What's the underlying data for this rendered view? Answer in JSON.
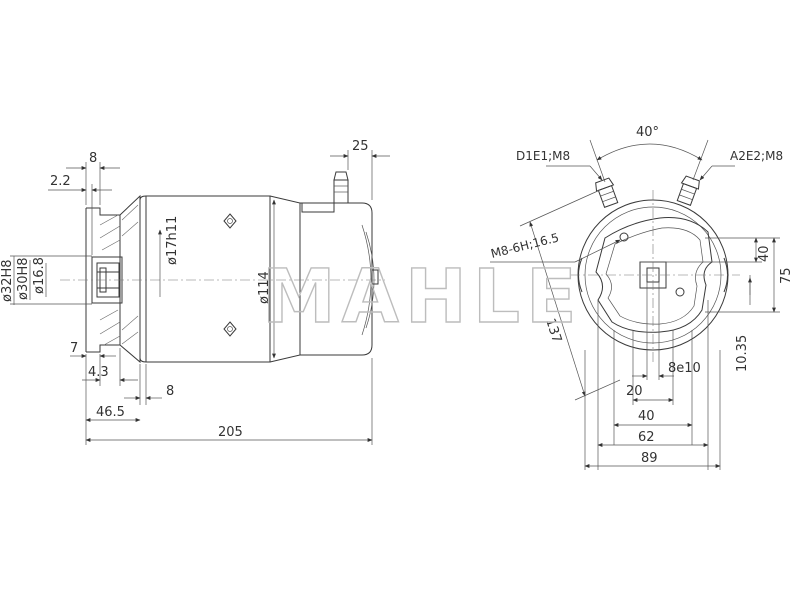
{
  "watermark": "MAHLE",
  "side_view": {
    "dims": {
      "d8": "8",
      "d25": "25",
      "d2_2": "2.2",
      "d32h8": "ø32H8",
      "d30h8": "ø30H8",
      "d16_8": "ø16.8",
      "d17h11": "ø17h11",
      "d114": "ø114",
      "d7": "7",
      "d4_3": "4.3",
      "d8b": "8",
      "d46_5": "46.5",
      "d205": "205"
    }
  },
  "end_view": {
    "dims": {
      "angle": "40°",
      "term1": "D1E1;M8",
      "term2": "A2E2;M8",
      "thread": "M8-6H;16.5",
      "d137": "137",
      "d40v": "40",
      "d75": "75",
      "d10_35": "10.35",
      "d8e10": "8e10",
      "d20": "20",
      "d40h": "40",
      "d62": "62",
      "d89": "89"
    }
  }
}
